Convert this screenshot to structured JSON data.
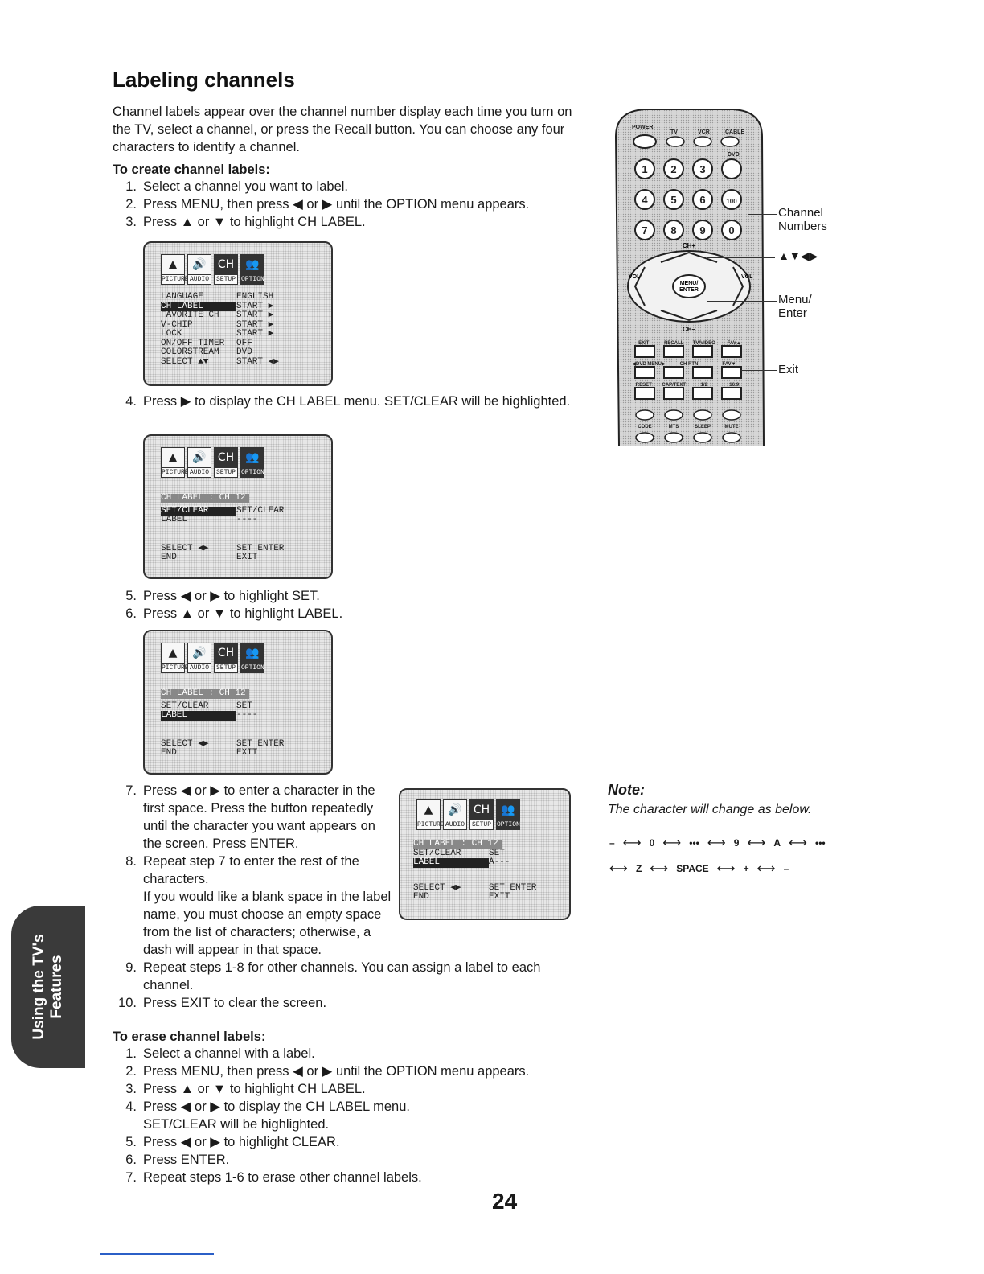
{
  "title": "Labeling channels",
  "intro": "Channel labels appear over the channel number display each time you turn on the TV, select a channel, or press the Recall button. You can choose any four characters to identify a channel.",
  "create": {
    "heading": "To create channel labels:",
    "steps_a": [
      {
        "n": "1.",
        "t": "Select a channel you want to label."
      },
      {
        "n": "2.",
        "t": "Press MENU, then press ◀ or ▶ until the OPTION menu appears."
      },
      {
        "n": "3.",
        "t": "Press ▲ or ▼ to highlight CH LABEL."
      }
    ],
    "step_4": {
      "n": "4.",
      "t": "Press ▶ to display the CH LABEL menu. SET/CLEAR will be highlighted."
    },
    "steps_b": [
      {
        "n": "5.",
        "t": "Press ◀ or ▶ to highlight SET."
      },
      {
        "n": "6.",
        "t": "Press ▲ or ▼ to highlight LABEL."
      }
    ],
    "steps_c": [
      {
        "n": "7.",
        "t": "Press ◀ or ▶ to enter a character in the first space. Press the button repeatedly until the character you want appears on the screen. Press ENTER."
      },
      {
        "n": "8.",
        "t": "Repeat step 7 to enter the rest of the characters."
      }
    ],
    "step_8_cont": "If you would like a blank space in the label name, you must choose an empty space from the list of characters; otherwise, a dash will appear in that space.",
    "steps_d": [
      {
        "n": "9.",
        "t": "Repeat steps 1-8 for other channels. You can assign a label to each channel."
      },
      {
        "n": "10.",
        "t": "Press EXIT to clear the screen."
      }
    ]
  },
  "erase": {
    "heading": "To erase channel labels:",
    "steps": [
      {
        "n": "1.",
        "t": "Select a channel with a label."
      },
      {
        "n": "2.",
        "t": "Press MENU, then press ◀ or ▶ until the OPTION menu appears."
      },
      {
        "n": "3.",
        "t": "Press ▲ or ▼ to highlight CH LABEL."
      },
      {
        "n": "4.",
        "t": "Press ◀ or ▶ to display the CH LABEL menu. SET/CLEAR will be highlighted."
      },
      {
        "n": "5.",
        "t": "Press ◀ or ▶ to highlight CLEAR."
      },
      {
        "n": "6.",
        "t": "Press ENTER."
      },
      {
        "n": "7.",
        "t": "Repeat steps 1-6 to erase other channel labels."
      }
    ]
  },
  "osd": {
    "tabs": [
      "PICTURE",
      "AUDIO",
      "SETUP",
      "OPTION"
    ],
    "tab_ch": "CH",
    "screen1": [
      {
        "k": "LANGUAGE",
        "v": "ENGLISH"
      },
      {
        "k": "CH LABEL",
        "v": "START ▶"
      },
      {
        "k": "FAVORITE CH",
        "v": "START ▶"
      },
      {
        "k": "V-CHIP",
        "v": "START ▶"
      },
      {
        "k": "LOCK",
        "v": "START ▶"
      },
      {
        "k": "ON/OFF TIMER",
        "v": "OFF"
      },
      {
        "k": "COLORSTREAM",
        "v": "DVD"
      },
      {
        "k": "SELECT ▲▼",
        "v": "START ◀▶"
      }
    ],
    "screen2": [
      {
        "k": "CH LABEL : CH 12",
        "v": ""
      },
      {
        "k": "SET/CLEAR",
        "v": "SET/CLEAR"
      },
      {
        "k": "LABEL",
        "v": "----"
      },
      {
        "k": "SELECT ◀▶",
        "v": "SET    ENTER"
      },
      {
        "k": "END",
        "v": "EXIT"
      }
    ],
    "screen3": [
      {
        "k": "CH LABEL : CH 12",
        "v": ""
      },
      {
        "k": "SET/CLEAR",
        "v": "SET"
      },
      {
        "k": "LABEL",
        "v": "----"
      },
      {
        "k": "SELECT ◀▶",
        "v": "SET    ENTER"
      },
      {
        "k": "END",
        "v": "EXIT"
      }
    ],
    "screen4": [
      {
        "k": "CH LABEL : CH 12",
        "v": ""
      },
      {
        "k": "SET/CLEAR",
        "v": "SET"
      },
      {
        "k": "LABEL",
        "v": "A---"
      },
      {
        "k": "SELECT ◀▶",
        "v": "SET    ENTER"
      },
      {
        "k": "END",
        "v": "EXIT"
      }
    ]
  },
  "remote": {
    "top_labels": [
      "POWER",
      "TV",
      "VCR",
      "CABLE",
      "DVD"
    ],
    "digits": [
      "1",
      "2",
      "3",
      "",
      "4",
      "5",
      "6",
      "100",
      "7",
      "8",
      "9",
      "0"
    ],
    "ch_up": "CH+",
    "ch_down": "CH–",
    "vol": "VOL",
    "menu_enter": "MENU/ ENTER",
    "btn_row1": [
      "EXIT",
      "RECALL",
      "TV/VIDEO",
      "FAV▲"
    ],
    "btn_row2": [
      "◀DVD MENU▶",
      "CH RTN",
      "FAV▼"
    ],
    "btn_row3": [
      "RESET",
      "CAP/TEXT",
      "1/2",
      "16:9"
    ],
    "btn_row4": [
      "CODE",
      "MTS",
      "SLEEP",
      "MUTE"
    ]
  },
  "callouts": {
    "channel_numbers": "Channel Numbers",
    "arrows": "▲▼◀▶",
    "menu_enter": "Menu/ Enter",
    "exit": "Exit"
  },
  "note": {
    "title": "Note:",
    "text": "The character will change as below.",
    "seq1": [
      "–",
      "0",
      "•••",
      "9",
      "A",
      "•••"
    ],
    "seq2": [
      "",
      "Z",
      "SPACE",
      "+",
      "–"
    ],
    "arrow": "⟷"
  },
  "side_tab": [
    "Using the TV's",
    "Features"
  ],
  "page_number": "24"
}
